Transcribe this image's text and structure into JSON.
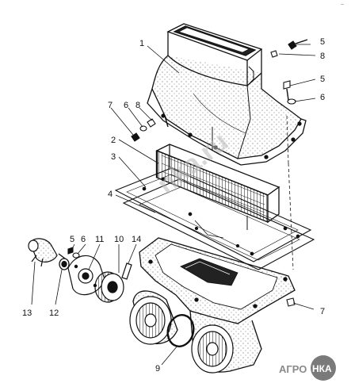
{
  "callouts": {
    "c1": "1",
    "c2": "2",
    "c3": "3",
    "c4": "4",
    "c5a": "5",
    "c5b": "5",
    "c5c": "5",
    "c6a": "6",
    "c6b": "6",
    "c6c": "6",
    "c7a": "7",
    "c7b": "7",
    "c8a": "8",
    "c8b": "8",
    "c9": "9",
    "c10": "10",
    "c11": "11",
    "c12": "12",
    "c13": "13",
    "c14": "14"
  },
  "watermark": {
    "text": "nka.ru",
    "logo_left": "АГРО",
    "logo_badge": "НКА"
  },
  "colors": {
    "ink": "#111111",
    "watermark": "#b9b9b9",
    "logo_grey": "#8a8a8a",
    "badge": "#7a7a7a"
  }
}
